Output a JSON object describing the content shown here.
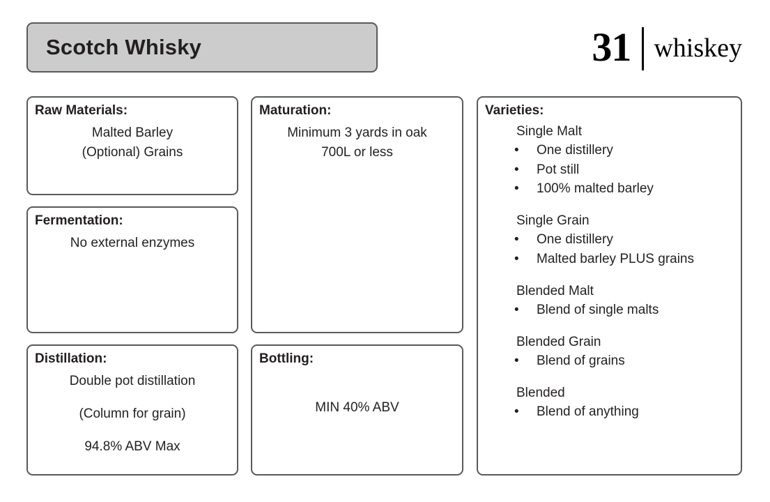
{
  "header": {
    "title": "Scotch Whisky",
    "brand": {
      "number": "31",
      "word": "whiskey"
    }
  },
  "colors": {
    "banner_fill": "#cccccc",
    "border": "#58595b",
    "text": "#231f20",
    "background": "#ffffff"
  },
  "columns": {
    "left": [
      {
        "title": "Raw Materials:",
        "lines": [
          "Malted Barley",
          "(Optional) Grains"
        ]
      },
      {
        "title": "Fermentation:",
        "lines": [
          "No external enzymes"
        ]
      },
      {
        "title": "Distillation:",
        "lines": [
          "Double pot distillation",
          "",
          "(Column for grain)",
          "",
          "94.8% ABV Max"
        ]
      }
    ],
    "middle": [
      {
        "title": "Maturation:",
        "lines": [
          "Minimum 3 yards in oak",
          "700L or less"
        ]
      },
      {
        "title": "Bottling:",
        "lines": [
          "",
          "",
          "MIN 40% ABV"
        ]
      }
    ],
    "right": {
      "title": "Varieties:",
      "groups": [
        {
          "name": "Single Malt",
          "bullets": [
            "One distillery",
            "Pot still",
            "100% malted barley"
          ]
        },
        {
          "name": "Single Grain",
          "bullets": [
            "One distillery",
            "Malted barley PLUS grains"
          ]
        },
        {
          "name": "Blended Malt",
          "bullets": [
            "Blend of single malts"
          ]
        },
        {
          "name": "Blended Grain",
          "bullets": [
            "Blend of grains"
          ]
        },
        {
          "name": "Blended",
          "bullets": [
            "Blend of anything"
          ]
        }
      ]
    }
  }
}
